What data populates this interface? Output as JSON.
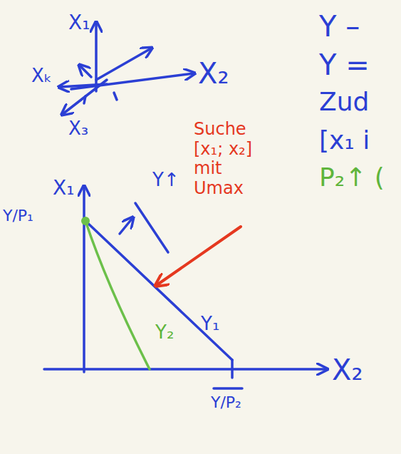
{
  "diagram": {
    "labels": [
      "X₁",
      "X₂",
      "X₃",
      "Xₖ",
      "Suche [x₁; x₂] mit Umax",
      "X₁",
      "Y/P₁",
      "Y↑",
      "Y₁",
      "Y₂",
      "X₂",
      "Y/P₂",
      "Y –",
      "Y =",
      "Zud",
      "[x₁ i",
      "P₂↑ ("
    ]
  }
}
